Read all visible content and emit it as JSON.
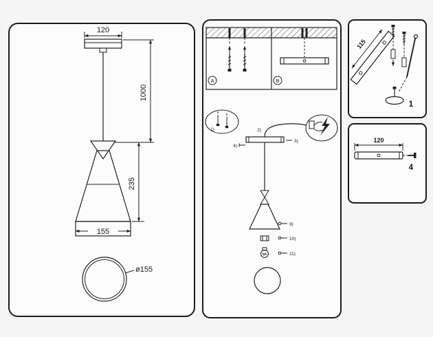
{
  "sheet": {
    "line_color": "#1f1f1f",
    "background": "#f5f5f5",
    "panel_background": "#fcfcfc"
  },
  "dimensions_panel": {
    "canopy_width": "120",
    "suspension_length": "1000",
    "shade_height": "235",
    "shade_bottom_width": "155",
    "shade_diameter": "ø155"
  },
  "assembly_panel": {
    "mount_option_a_label": "A",
    "mount_option_b_label": "B",
    "step_labels": {
      "s1": "1)",
      "s2": "2)",
      "s3": "3)",
      "s4": "4)",
      "s9": "9)",
      "s10": "10)",
      "s11": "11)"
    }
  },
  "bracket_panel": {
    "bracket_length": "115",
    "quantity": "1"
  },
  "crossbar_panel": {
    "bar_length": "120",
    "quantity": "4"
  }
}
